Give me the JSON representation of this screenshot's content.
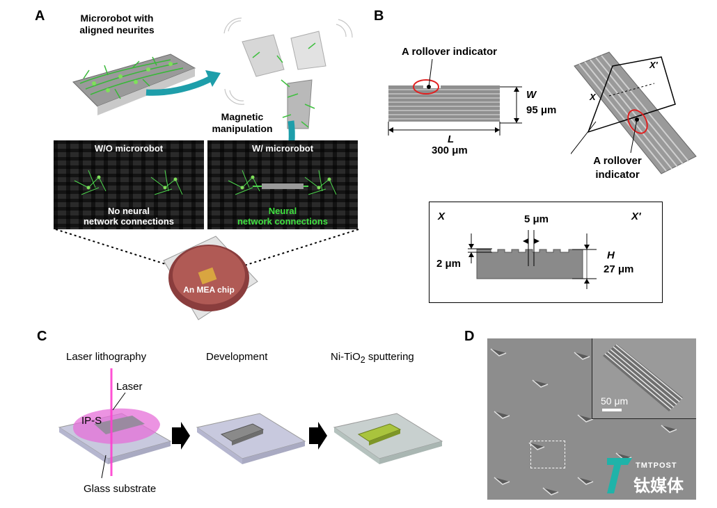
{
  "colors": {
    "accent_green": "#3fe03f",
    "annotation_red": "#e02020",
    "laser_magenta": "#e63fd8",
    "structure_gray": "#8a8a8a",
    "coated_green": "#a9c43d",
    "watermark_teal": "#1fb3a9"
  },
  "panel_a": {
    "letter": "A",
    "microrobot_label": "Microrobot with\naligned neurites",
    "magnetic_label": "Magnetic\nmanipulation",
    "wo_title": "W/O microrobot",
    "wo_caption": "No neural\nnetwork connections",
    "w_title": "W/ microrobot",
    "w_caption": "Neural\nnetwork connections",
    "chip_label": "An MEA chip"
  },
  "panel_b": {
    "letter": "B",
    "rollover_top": "A rollover indicator",
    "rollover_right": "A rollover\nindicator",
    "w_symbol": "W",
    "w_value": "95 μm",
    "l_symbol": "L",
    "l_value": "300 μm",
    "x_left": "X",
    "x_right": "X'",
    "cs_x_left": "X",
    "cs_x_right": "X'",
    "five_um": "5 μm",
    "two_um": "2 μm",
    "h_symbol": "H",
    "h_value": "27 μm"
  },
  "panel_c": {
    "letter": "C",
    "step1": "Laser lithography",
    "step2": "Development",
    "step3_prefix": "Ni-TiO",
    "step3_sub": "2",
    "step3_suffix": " sputtering",
    "laser_label": "Laser",
    "ips_label": "IP-S",
    "glass_label": "Glass substrate"
  },
  "panel_d": {
    "letter": "D",
    "scalebar": "50 μm",
    "watermark_top": "TMTPOST",
    "watermark_bottom": "钛媒体"
  }
}
